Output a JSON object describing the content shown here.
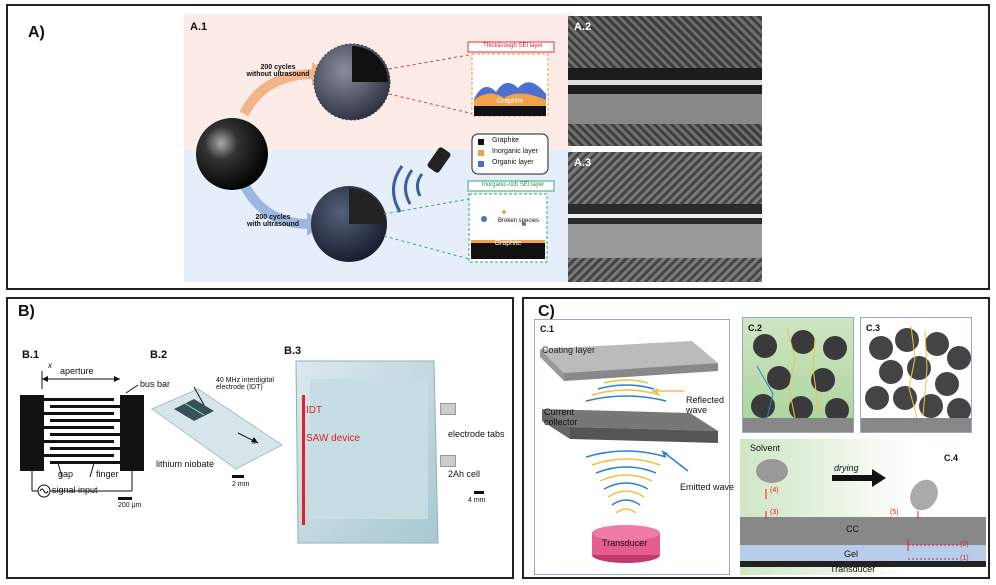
{
  "panelA": {
    "label": "A)",
    "a1": "A.1",
    "a2": "A.2",
    "a3": "A.3",
    "cycles_without": "200 cycles\nwithout ultrasound",
    "cycles_with": "200 cycles\nwith ultrasound",
    "thick_sei": "Thick&rough SEI layer",
    "inorganic_sei": "Inorganic-rich SEI layer",
    "graphite": "Graphite",
    "graphite2": "Graphite",
    "broken": "Broken species",
    "legend": [
      "Graphite",
      "Inorganic layer",
      "Organic layer"
    ]
  },
  "panelB": {
    "label": "B)",
    "b1": "B.1",
    "b2": "B.2",
    "b3": "B.3",
    "x": "x",
    "x2": "x",
    "aperture": "aperture",
    "bus_bar": "bus bar",
    "gap": "gap",
    "finger": "finger",
    "signal_input": "signal input",
    "scale1": "200 μm",
    "idt_desc": "40 MHz interdigital\nelectrode (IDT)",
    "lithium_niobate": "lithium niobate",
    "scale2": "2 mm",
    "idt": "IDT",
    "saw": "SAW device",
    "electrode_tabs": "electrode tabs",
    "cell": "2Ah cell",
    "scale3": "4 mm"
  },
  "panelC": {
    "label": "C)",
    "c1": "C.1",
    "c2": "C.2",
    "c3": "C.3",
    "c4": "C.4",
    "coating": "Coating layer",
    "reflected": "Reflected\nwave",
    "collector": "Current\ncollector",
    "emitted": "Emitted wave",
    "transducer": "Transducer",
    "solvent": "Solvent",
    "drying": "drying",
    "cc": "CC",
    "gel": "Gel",
    "transducer2": "Transducer",
    "m1": "(1)",
    "m2": "(2)",
    "m3": "(3)",
    "m4": "(4)",
    "m5": "(5)"
  }
}
